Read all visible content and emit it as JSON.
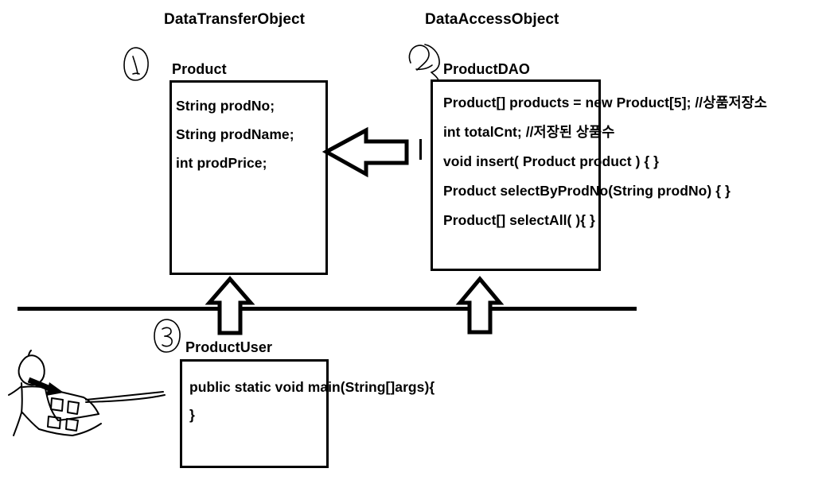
{
  "diagram": {
    "groups": [
      {
        "label": "DataTransferObject"
      },
      {
        "label": "DataAccessObject"
      }
    ],
    "annotations": [
      {
        "name": "circled-number-1",
        "text": "1"
      },
      {
        "name": "circled-number-2",
        "text": "2"
      },
      {
        "name": "circled-number-3",
        "text": "3"
      }
    ],
    "classes": [
      {
        "id": "product",
        "title": "Product",
        "lines": [
          "String prodNo;",
          "String prodName;",
          "int prodPrice;"
        ]
      },
      {
        "id": "product_dao",
        "title": "ProductDAO",
        "lines": [
          "Product[] products = new Product[5]; //상품저장소",
          "int totalCnt; //저장된 상품수",
          "void insert(  Product product  ) {   }",
          "Product selectByProdNo(String prodNo) {  }",
          "Product[] selectAll( ){  }"
        ]
      },
      {
        "id": "product_user",
        "title": "ProductUser",
        "lines": [
          "public static void main(String[]args){",
          "}"
        ]
      }
    ],
    "connectors": [
      {
        "name": "dao-to-dto-arrow",
        "direction": "left"
      },
      {
        "name": "user-to-dto-arrow",
        "direction": "up"
      },
      {
        "name": "user-to-dao-arrow",
        "direction": "up"
      },
      {
        "name": "boundary-line",
        "direction": "horizontal"
      }
    ],
    "sketch": {
      "name": "stick-figure-at-computer",
      "description": "hand drawn person pointing at a keyboard"
    },
    "colors": {
      "stroke": "#000000",
      "background": "#ffffff"
    }
  }
}
